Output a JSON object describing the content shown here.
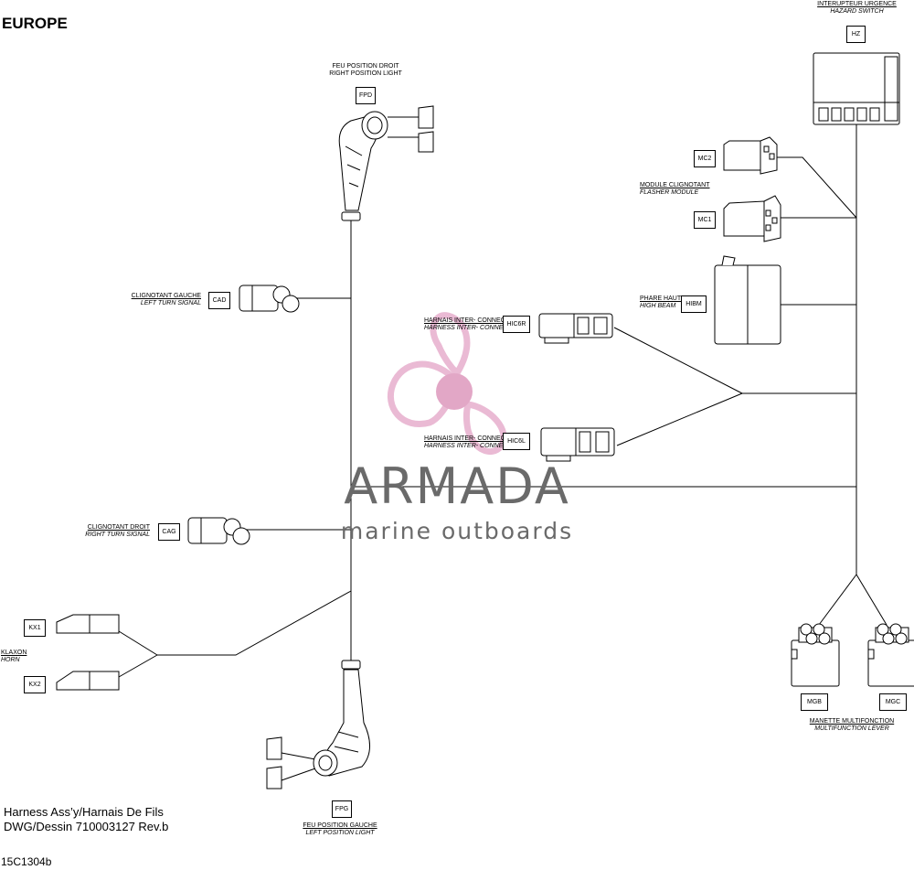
{
  "region_title": "EUROPE",
  "components": {
    "hazard_switch": {
      "code": "HZ",
      "label_fr": "INTERUPTEUR URGENCE",
      "label_en": "HAZARD SWITCH"
    },
    "right_position_light": {
      "code": "FPD",
      "label_fr": "FEU POSITION DROIT",
      "label_en": "RIGHT POSITION LIGHT"
    },
    "flasher_module": {
      "codes": [
        "MC2",
        "MC1"
      ],
      "label_fr": "MODULE CLIGNOTANT",
      "label_en": "FLASHER MODULE"
    },
    "left_turn_signal": {
      "code": "CAD",
      "label_fr": "CLIGNOTANT GAUCHE",
      "label_en": "LEFT TURN SIGNAL"
    },
    "high_beam": {
      "code": "HIBM",
      "label_fr": "PHARE HAUT",
      "label_en": "HIGH BEAM"
    },
    "interconnect_r": {
      "code": "HIC6R",
      "label_fr": "HARNAIS INTER-  CONNECT",
      "label_en": "HARNESS INTER-  CONNECT"
    },
    "interconnect_l": {
      "code": "HIC6L",
      "label_fr": "HARNAIS INTER-  CONNECT",
      "label_en": "HARNESS INTER-  CONNECT"
    },
    "right_turn_signal": {
      "code": "CAG",
      "label_fr": "CLIGNOTANT DROIT",
      "label_en": "RIGHT TURN SIGNAL"
    },
    "horn": {
      "codes": [
        "KX1",
        "KX2"
      ],
      "label_fr": "KLAXON",
      "label_en": "HORN"
    },
    "multifunction_lever": {
      "codes": [
        "MGB",
        "MGC"
      ],
      "label_fr": "MANETTE MULTIFONCTION",
      "label_en": "MULTIFUNCTION LEVER"
    },
    "left_position_light": {
      "code": "FPG",
      "label_fr": "FEU POSITION GAUCHE",
      "label_en": "LEFT POSITION LIGHT"
    }
  },
  "footer": {
    "line1": "Harness Ass’y/Harnais De Fils",
    "line2": "DWG/Dessin 710003127 Rev.b",
    "ref": "15C1304b"
  },
  "watermark": {
    "title": "ARMADA",
    "subtitle": "marine outboards",
    "colors": {
      "text": "#6a6a6a",
      "accent": "#e3a3c6",
      "accent_dark": "#d98ab4"
    }
  }
}
